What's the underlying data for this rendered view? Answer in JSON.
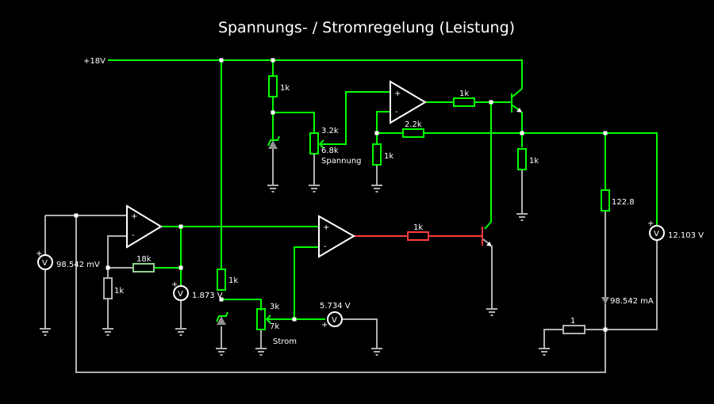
{
  "title": "Spannungs- / Stromregelung (Leistung)",
  "colors": {
    "background": "#000000",
    "wire_high": "#00ff00",
    "wire_low": "#b0b0b0",
    "wire_drive": "#ff3c3c",
    "component": "#ffffff"
  },
  "supply": {
    "label": "+18V"
  },
  "components": {
    "r_top_zener": "1k",
    "pot_voltage_top": "3.2k",
    "pot_voltage_bottom": "6.8k",
    "pot_voltage_name": "Spannung",
    "r_opamp_top_out": "1k",
    "r_feedback_top": "2.2k",
    "r_ground_top": "1k",
    "r_emitter": "1k",
    "r_load": "122.8",
    "r_feedback_left": "18k",
    "r_ground_left": "1k",
    "r_zener_current": "1k",
    "pot_current_top": "3k",
    "pot_current_bottom": "7k",
    "pot_current_name": "Strom",
    "r_drive": "1k",
    "r_shunt": "1"
  },
  "meters": {
    "v_shunt": "98.542 mV",
    "v_amp_out": "1.873 V",
    "v_current_set": "5.734 V",
    "v_output": "12.103 V",
    "i_load": "98.542 mA"
  },
  "meter_symbol": "V",
  "plus_sign": "+",
  "opamp_plus": "+",
  "opamp_minus": "-"
}
